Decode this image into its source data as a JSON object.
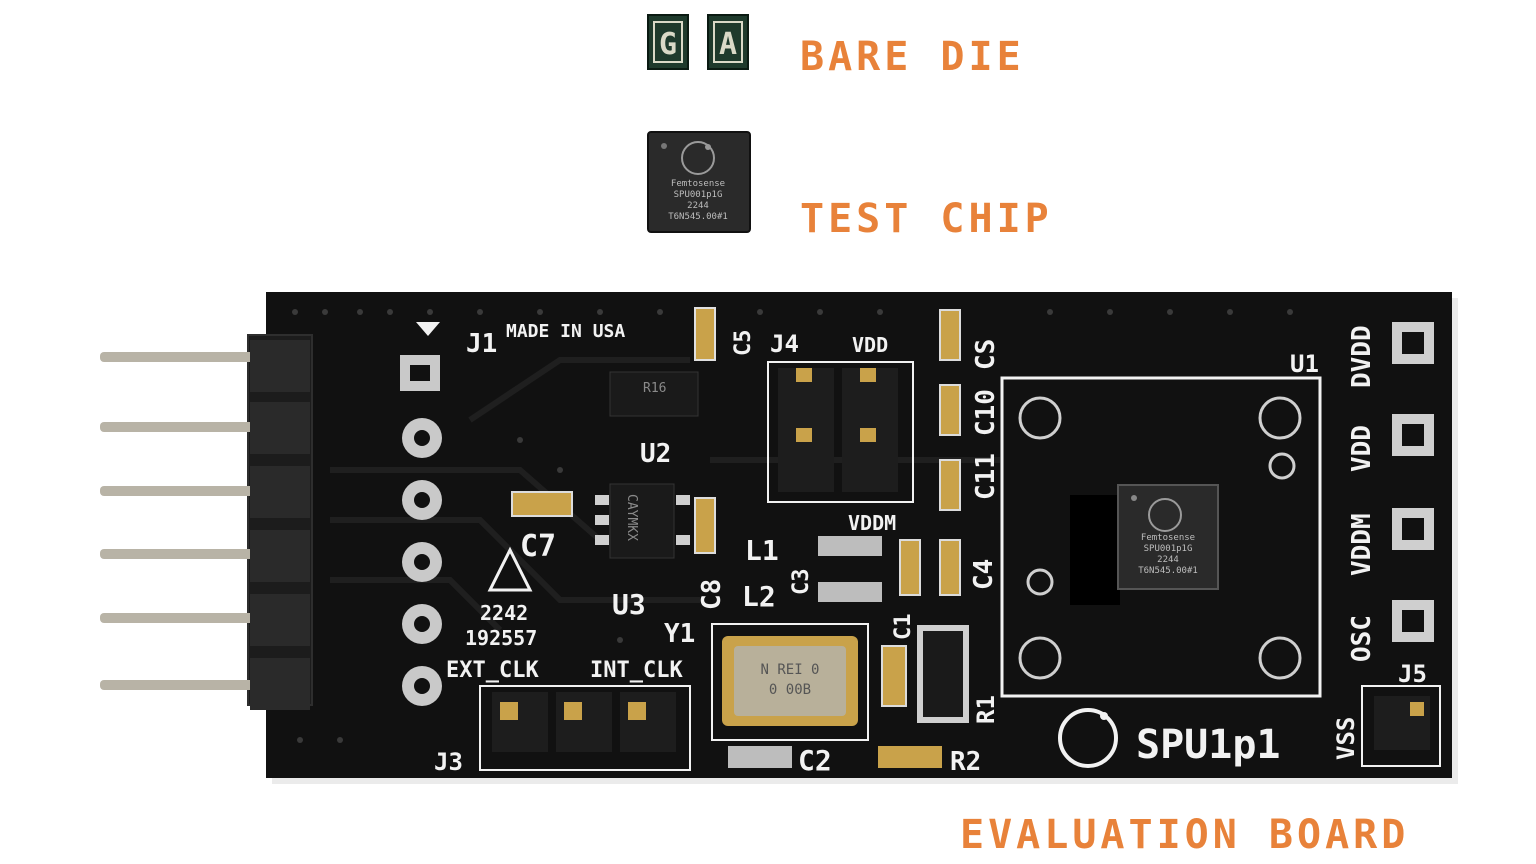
{
  "labels": {
    "bare_die": "BARE DIE",
    "test_chip": "TEST CHIP",
    "evaluation_board": "EVALUATION BOARD"
  },
  "dies": [
    "G",
    "A"
  ],
  "test_chip": {
    "lines": [
      "Femtosense",
      "SPU001p1G",
      "2244",
      "T6N545.00#1"
    ]
  },
  "board": {
    "made_in": "MADE IN USA",
    "date_code": "2242",
    "serial": "192557",
    "clock_labels": [
      "EXT_CLK",
      "INT_CLK"
    ],
    "part_name": "SPU1p1",
    "u3_marking": "CAYMKX",
    "u2_marking": "R16",
    "crystal_marking": [
      "N REI 0",
      "0 00B"
    ],
    "pad_labels": [
      "DVDD",
      "VDD",
      "VDDM",
      "OSC"
    ],
    "refs": {
      "j1": "J1",
      "j3": "J3",
      "j4": "J4",
      "j5": "J5",
      "u1": "U1",
      "u2": "U2",
      "u3": "U3",
      "y1": "Y1",
      "c1": "C1",
      "c2": "C2",
      "c3": "C3",
      "c4": "C4",
      "c5": "C5",
      "c7": "C7",
      "c8": "C8",
      "c10": "C10",
      "c11": "C11",
      "cs": "CS",
      "l1": "L1",
      "l2": "L2",
      "r1": "R1",
      "r2": "R2",
      "vdd": "VDD",
      "vddm": "VDDM",
      "vss": "VSS"
    }
  },
  "colors": {
    "accent": "#e8823a",
    "pcb": "#111111",
    "silkscreen": "#f2f2f2",
    "die_green": "#1e3a2c",
    "gold": "#c9a24a"
  }
}
